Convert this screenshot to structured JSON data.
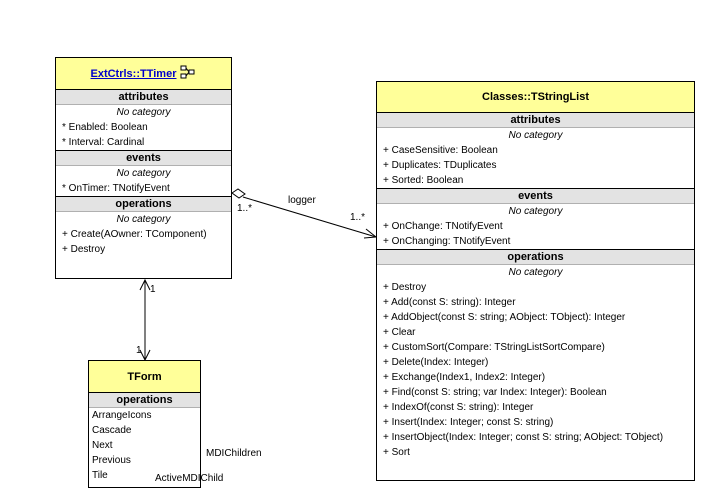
{
  "timer": {
    "title": "ExtCtrls::TTimer",
    "attributes_label": "attributes",
    "attr_category": "No category",
    "attributes": [
      "* Enabled: Boolean",
      "* Interval: Cardinal"
    ],
    "events_label": "events",
    "events_category": "No category",
    "events": [
      "* OnTimer: TNotifyEvent"
    ],
    "operations_label": "operations",
    "ops_category": "No category",
    "operations": [
      "+ Create(AOwner: TComponent)",
      "+ Destroy"
    ]
  },
  "stringlist": {
    "title": "Classes::TStringList",
    "attributes_label": "attributes",
    "attr_category": "No category",
    "attributes": [
      "+ CaseSensitive: Boolean",
      "+ Duplicates: TDuplicates",
      "+ Sorted: Boolean"
    ],
    "events_label": "events",
    "events_category": "No category",
    "events": [
      "+ OnChange: TNotifyEvent",
      "+ OnChanging: TNotifyEvent"
    ],
    "operations_label": "operations",
    "ops_category": "No category",
    "operations": [
      "+ Destroy",
      "+ Add(const S: string): Integer",
      "+ AddObject(const S: string; AObject: TObject): Integer",
      "+ Clear",
      "+ CustomSort(Compare: TStringListSortCompare)",
      "+ Delete(Index: Integer)",
      "+ Exchange(Index1, Index2: Integer)",
      "+ Find(const S: string; var Index: Integer): Boolean",
      "+ IndexOf(const S: string): Integer",
      "+ Insert(Index: Integer; const S: string)",
      "+ InsertObject(Index: Integer; const S: string; AObject: TObject)",
      "+ Sort"
    ]
  },
  "form": {
    "title": "TForm",
    "operations_label": "operations",
    "operations": [
      "ArrangeIcons",
      "Cascade",
      "Next",
      "Previous",
      "Tile"
    ]
  },
  "links": {
    "logger_role": "logger",
    "logger_mult_source": "1..*",
    "logger_mult_target": "1..*",
    "form_timer_mult_top": "1",
    "form_timer_mult_bottom": "1",
    "mdi_children": "MDIChildren",
    "active_mdi_child": "ActiveMDIChild"
  },
  "colors": {
    "header": "#ffff99",
    "section": "#e3e3e3",
    "link": "#0000cc"
  }
}
